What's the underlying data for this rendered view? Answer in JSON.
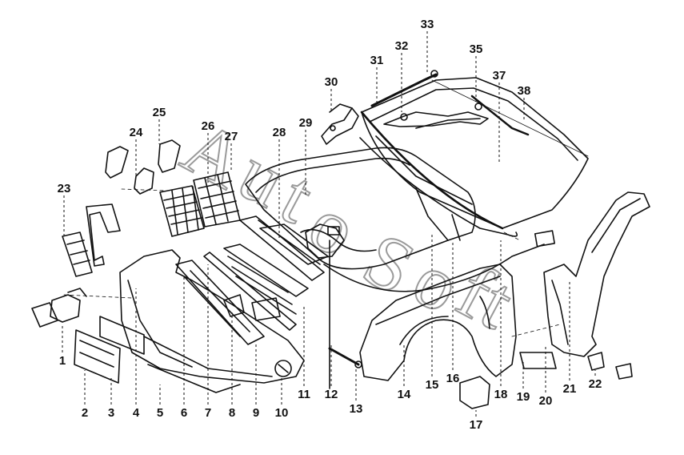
{
  "colors": {
    "ink": "#111111",
    "paper": "#ffffff",
    "watermark": "#9a9a9a"
  },
  "watermark": {
    "text": "AutoSoft"
  },
  "callouts": [
    {
      "n": "1"
    },
    {
      "n": "2"
    },
    {
      "n": "3"
    },
    {
      "n": "4"
    },
    {
      "n": "5"
    },
    {
      "n": "6"
    },
    {
      "n": "7"
    },
    {
      "n": "8"
    },
    {
      "n": "9"
    },
    {
      "n": "10"
    },
    {
      "n": "11"
    },
    {
      "n": "12"
    },
    {
      "n": "13"
    },
    {
      "n": "14"
    },
    {
      "n": "15"
    },
    {
      "n": "16"
    },
    {
      "n": "17"
    },
    {
      "n": "18"
    },
    {
      "n": "19"
    },
    {
      "n": "20"
    },
    {
      "n": "21"
    },
    {
      "n": "22"
    },
    {
      "n": "23"
    },
    {
      "n": "24"
    },
    {
      "n": "25"
    },
    {
      "n": "26"
    },
    {
      "n": "27"
    },
    {
      "n": "28"
    },
    {
      "n": "29"
    },
    {
      "n": "30"
    },
    {
      "n": "31"
    },
    {
      "n": "32"
    },
    {
      "n": "33"
    },
    {
      "n": "35"
    },
    {
      "n": "37"
    },
    {
      "n": "38"
    }
  ]
}
